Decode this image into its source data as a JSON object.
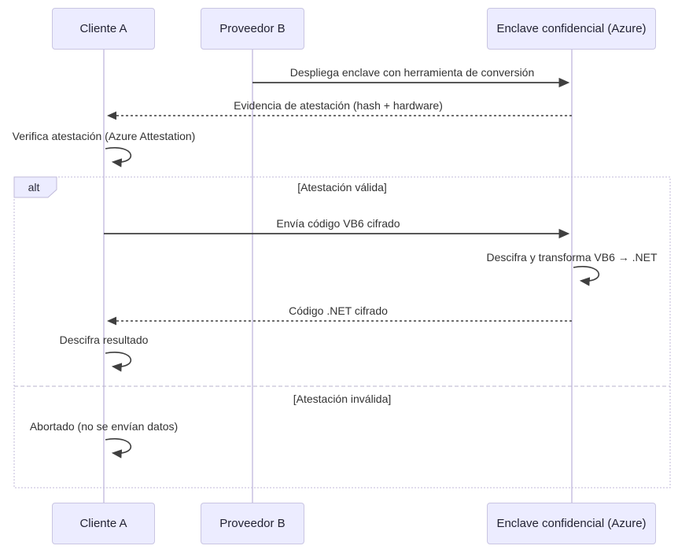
{
  "diagram_type": "sequence-diagram",
  "actors": [
    {
      "label": "Cliente A"
    },
    {
      "label": "Proveedor B"
    },
    {
      "label": "Enclave confidencial (Azure)"
    }
  ],
  "messages": [
    {
      "label": "Despliega enclave con herramienta de conversión",
      "from": "Proveedor B",
      "to": "Enclave confidencial (Azure)",
      "line": "solid"
    },
    {
      "label": "Evidencia de atestación (hash + hardware)",
      "from": "Enclave confidencial (Azure)",
      "to": "Cliente A",
      "line": "dashed"
    },
    {
      "label": "Verifica atestación (Azure Attestation)",
      "from": "Cliente A",
      "to": "Cliente A",
      "line": "self-loop"
    },
    {
      "label": "Envía código VB6 cifrado",
      "from": "Cliente A",
      "to": "Enclave confidencial (Azure)",
      "line": "solid"
    },
    {
      "label": "Descifra y transforma VB6 → .NET",
      "from": "Enclave confidencial (Azure)",
      "to": "Enclave confidencial (Azure)",
      "line": "self-loop"
    },
    {
      "label": "Código .NET cifrado",
      "from": "Enclave confidencial (Azure)",
      "to": "Cliente A",
      "line": "dashed"
    },
    {
      "label": "Descifra resultado",
      "from": "Cliente A",
      "to": "Cliente A",
      "line": "self-loop"
    },
    {
      "label": "Abortado (no se envían datos)",
      "from": "Cliente A",
      "to": "Cliente A",
      "line": "self-loop"
    }
  ],
  "alt_frame": {
    "label": "alt",
    "sections": [
      {
        "condition": "[Atestación válida]"
      },
      {
        "condition": "[Atestación inválida]"
      }
    ]
  },
  "colors": {
    "actor_fill": "#ECECFF",
    "actor_border": "#c9c5e2",
    "lifeline": "#c9c0e2",
    "arrow": "#3f3f3f",
    "frame_border": "#c0bada",
    "text": "#333333",
    "background": "#ffffff"
  }
}
